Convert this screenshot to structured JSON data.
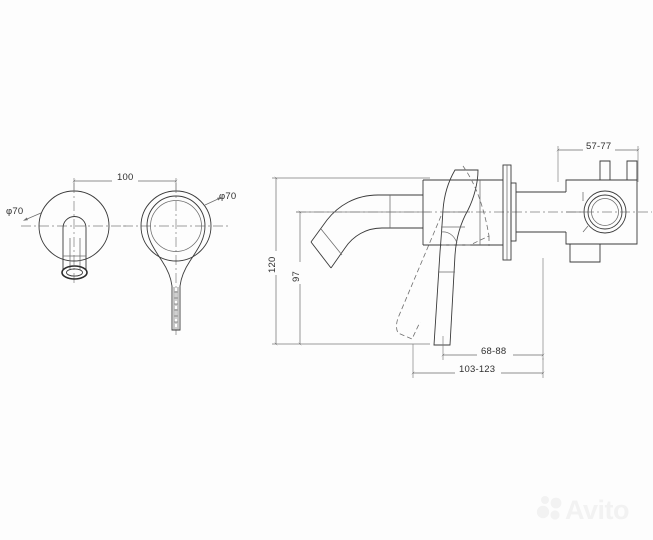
{
  "document": {
    "type": "technical-drawing",
    "subject": "Wall-mounted basin mixer tap",
    "background_color": "#fdfdfd",
    "line_color": "#3a3a3a",
    "dimension_color": "#6b6b6b"
  },
  "views": {
    "front_escutcheon": {
      "name": "spout wall plate front view",
      "diameter_label": "φ70"
    },
    "front_handle": {
      "name": "handle wall plate front view",
      "diameter_label": "φ70"
    },
    "side": {
      "name": "side elevation"
    }
  },
  "dimensions": {
    "plate_spacing": "100",
    "escutcheon_diameter": "φ70",
    "handle_diameter": "φ70",
    "overall_height": "120",
    "spout_height": "97",
    "valve_depth": "57-77",
    "spout_reach_short": "68-88",
    "spout_reach_long": "103-123"
  },
  "watermark": {
    "text": "Avito",
    "color": "#f2f2f2"
  }
}
